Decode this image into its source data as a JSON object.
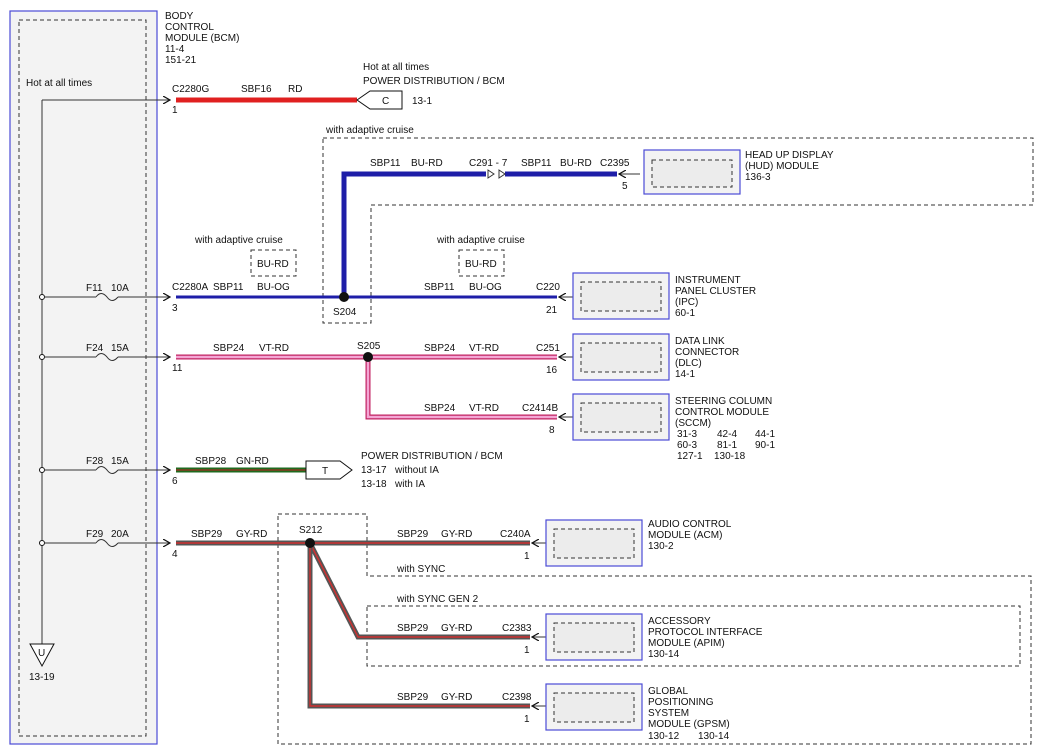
{
  "bcm": {
    "title_lines": [
      "BODY",
      "CONTROL",
      "MODULE (BCM)",
      "11-4",
      "151-21"
    ],
    "hot_label": "Hot at all times",
    "ground_symbol": "U",
    "ground_ref": "13-19"
  },
  "circuits": {
    "c1": {
      "connector": "C2280G",
      "pin": "1",
      "circuit": "SBF16",
      "color": "RD",
      "hot": "Hot at all times",
      "dest": "POWER DISTRIBUTION / BCM",
      "flag": "C",
      "ref": "13-1"
    },
    "cruise_top_label": "with adaptive cruise",
    "hud_wire": {
      "circuit_a": "SBP11",
      "color_a": "BU-RD",
      "splice_conn": "C291 - 7",
      "circuit_b": "SBP11",
      "color_b": "BU-RD",
      "connector": "C2395",
      "pin": "5"
    },
    "hud_module": [
      "HEAD UP DISPLAY",
      "(HUD) MODULE",
      "136-3"
    ],
    "c3": {
      "fuse": "F11",
      "amps": "10A",
      "connector": "C2280A",
      "pin": "3",
      "circuit": "SBP11",
      "color": "BU-OG",
      "alt_label": "with adaptive cruise",
      "alt_color": "BU-RD",
      "splice": "S204",
      "circuit_r": "SBP11",
      "color_r": "BU-OG",
      "alt_label_r": "with adaptive cruise",
      "alt_color_r": "BU-RD",
      "dest_conn": "C220",
      "dest_pin": "21"
    },
    "ipc": [
      "INSTRUMENT",
      "PANEL CLUSTER",
      "(IPC)",
      "60-1"
    ],
    "c11": {
      "fuse": "F24",
      "amps": "15A",
      "pin": "11",
      "circuit": "SBP24",
      "color": "VT-RD",
      "splice": "S205",
      "circuit_r": "SBP24",
      "color_r": "VT-RD",
      "dest_conn": "C251",
      "dest_pin": "16",
      "circuit_b": "SBP24",
      "color_b": "VT-RD",
      "dest_conn_b": "C2414B",
      "dest_pin_b": "8"
    },
    "dlc": [
      "DATA LINK",
      "CONNECTOR",
      "(DLC)",
      "14-1"
    ],
    "sccm": [
      "STEERING COLUMN",
      "CONTROL MODULE",
      "(SCCM)"
    ],
    "sccm_refs": [
      [
        "31-3",
        "42-4",
        "44-1"
      ],
      [
        "60-3",
        "81-1",
        "90-1"
      ],
      [
        "127-1",
        "130-18",
        ""
      ]
    ],
    "c6": {
      "fuse": "F28",
      "amps": "15A",
      "pin": "6",
      "circuit": "SBP28",
      "color": "GN-RD",
      "flag": "T",
      "dest": "POWER DISTRIBUTION / BCM",
      "ref1": "13-17",
      "note1": "without IA",
      "ref2": "13-18",
      "note2": "with IA"
    },
    "c4": {
      "fuse": "F29",
      "amps": "20A",
      "pin": "4",
      "circuit": "SBP29",
      "color": "GY-RD",
      "splice": "S212",
      "circuit_a": "SBP29",
      "color_a": "GY-RD",
      "conn_a": "C240A",
      "pin_a": "1",
      "sync_label": "with SYNC",
      "sync2_label": "with SYNC GEN 2",
      "circuit_b": "SBP29",
      "color_b": "GY-RD",
      "conn_b": "C2383",
      "pin_b": "1",
      "circuit_c": "SBP29",
      "color_c": "GY-RD",
      "conn_c": "C2398",
      "pin_c": "1"
    },
    "acm": [
      "AUDIO CONTROL",
      "MODULE (ACM)",
      "130-2"
    ],
    "apim": [
      "ACCESSORY",
      "PROTOCOL INTERFACE",
      "MODULE (APIM)",
      "130-14"
    ],
    "gpsm": [
      "GLOBAL",
      "POSITIONING",
      "SYSTEM",
      "MODULE (GPSM)"
    ],
    "gpsm_refs": [
      "130-12",
      "130-14"
    ]
  },
  "colors": {
    "red": "#e02020",
    "blue": "#1e1ea8",
    "pink": "#f090c8",
    "pink_core": "#c02060",
    "green": "#1f7a1f",
    "gray": "#808080",
    "gray_core": "#c02020",
    "module_border": "#4b4bd6"
  }
}
